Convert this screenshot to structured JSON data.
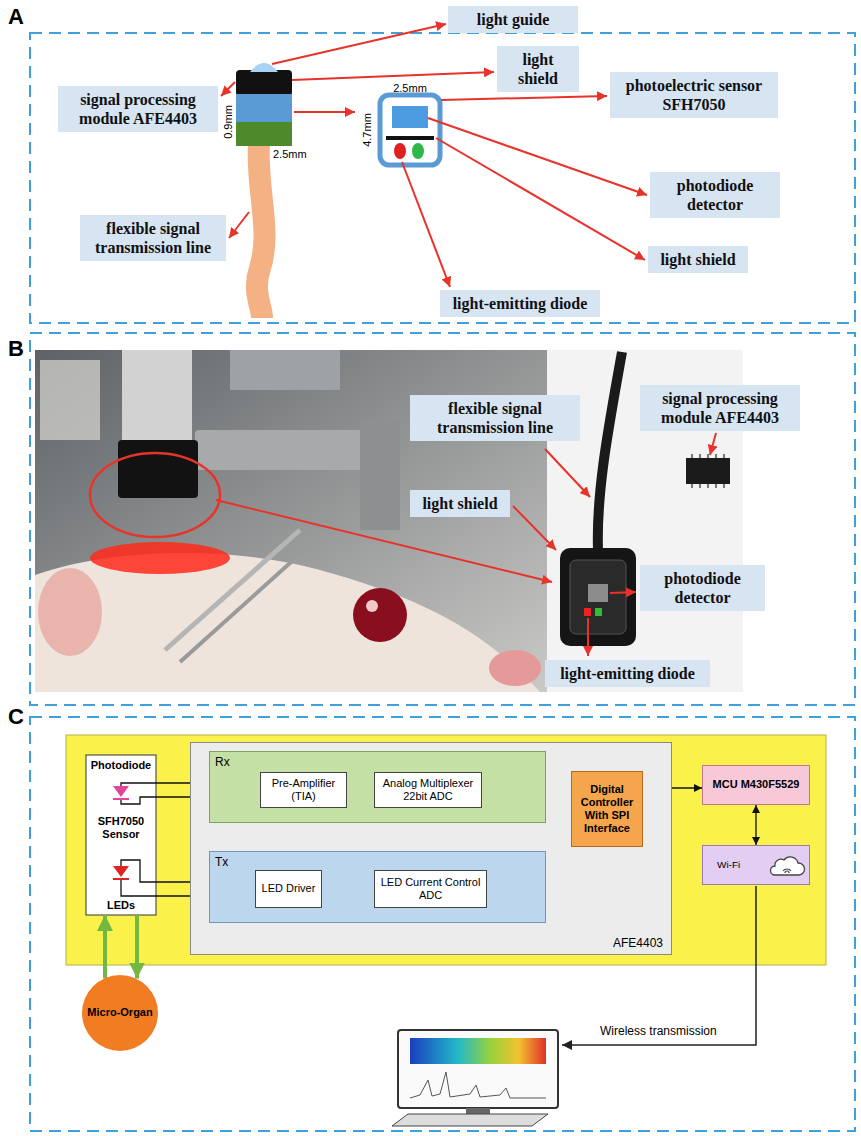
{
  "diagram": {
    "nodes": [
      {
        "text": [
          "light guide"
        ]
      },
      {
        "text": [
          "light shield"
        ]
      },
      {
        "text": [
          "signal processing module AFE4403"
        ]
      },
      {
        "text": [
          "photoelectric sensor SFH7050"
        ]
      },
      {
        "text": [
          "photodiode detector"
        ]
      },
      {
        "text": [
          "light shield"
        ]
      },
      {
        "text": [
          "flexible signal transmission line"
        ]
      },
      {
        "text": [
          "light-emitting diode"
        ]
      },
      {
        "text": [
          "flexible signal transmission line"
        ]
      },
      {
        "text": [
          "signal processing module AFE4403"
        ]
      },
      {
        "text": [
          "light shield"
        ]
      },
      {
        "text": [
          "photodiode detector"
        ]
      },
      {
        "text": [
          "light-emitting diode"
        ]
      },
      {
        "text": [
          "Photodiode",
          "SFH7050 Sensor",
          "LEDs"
        ]
      },
      {
        "text": [
          "AFE4403"
        ]
      },
      {
        "text": [
          "Rx"
        ],
        "in": 14
      },
      {
        "text": [
          "Pre-Amplifier (TIA)"
        ],
        "in": 15
      },
      {
        "text": [
          "Analog Multiplexer 22bit ADC"
        ],
        "in": 15
      },
      {
        "text": [
          "Tx"
        ],
        "in": 14
      },
      {
        "text": [
          "LED Driver"
        ],
        "in": 18
      },
      {
        "text": [
          "LED Current Control ADC"
        ],
        "in": 18
      },
      {
        "text": [
          "Digital Controller With SPI Interface"
        ],
        "in": 14
      },
      {
        "text": [
          "MCU M430F5529"
        ]
      },
      {
        "text": [
          "Wi-Fi"
        ]
      },
      {
        "text": [
          "Micro-Organ"
        ]
      }
    ],
    "edges": [
      {
        "from": 13,
        "to": 16,
        "arrow": "none"
      },
      {
        "from": 16,
        "to": 17,
        "arrow": "to"
      },
      {
        "from": 17,
        "to": 21,
        "arrow": "to"
      },
      {
        "from": 21,
        "to": 20,
        "arrow": "to"
      },
      {
        "from": 20,
        "to": 19,
        "arrow": "to"
      },
      {
        "from": 19,
        "to": 13,
        "arrow": "none"
      },
      {
        "from": 21,
        "to": 22,
        "arrow": "both"
      },
      {
        "from": 22,
        "to": 23,
        "arrow": "both"
      },
      {
        "from": 24,
        "to": 13,
        "arrow": "to"
      },
      {
        "from": 13,
        "to": 24,
        "arrow": "to"
      }
    ],
    "labels": [
      "A",
      "B",
      "C",
      "0.9mm",
      "2.5mm",
      "2.5mm",
      "4.7mm",
      "Wireless transmission"
    ]
  }
}
